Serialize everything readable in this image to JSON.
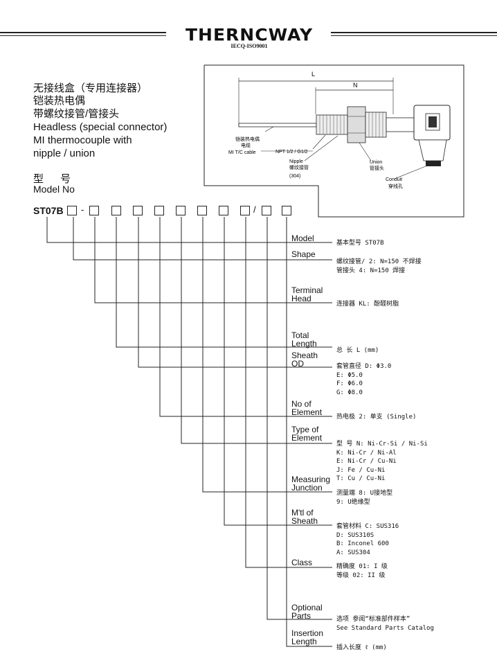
{
  "header": {
    "brand": "THERNCWAY",
    "cert": "IECQ-ISO9001"
  },
  "title": {
    "line1": "无接线盒（专用连接器）",
    "line2": "铠装热电偶",
    "line3": "带螺纹接管/管接头",
    "line4": "Headless (special connector)",
    "line5": "MI thermocouple with",
    "line6": "nipple / union"
  },
  "model": {
    "label_zh": "型 号",
    "label_en": "Model No",
    "code": "ST07B",
    "dash": "-",
    "slash": "/"
  },
  "diagram": {
    "dim_L": "L",
    "dim_N": "N",
    "cable_zh1": "铠装热电偶",
    "cable_zh2": "电缆",
    "cable_en": "MI T/C cable",
    "npt": "NPT 1/2 / G1/2",
    "nipple_en": "Nipple",
    "nipple_zh": "螺纹接管",
    "nipple_mat": "(304)",
    "union_en": "Union",
    "union_zh": "管接头",
    "conduit_en": "Conduit",
    "conduit_zh": "穿线孔"
  },
  "rows": [
    {
      "label": [
        "Model"
      ],
      "desc": [
        "基本型号  ST07B"
      ]
    },
    {
      "label": [
        "Shape"
      ],
      "desc": [
        "螺纹接管/ 2: N=150 不焊接",
        "管接头   4: N=150 焊接"
      ]
    },
    {
      "label": [
        "Terminal",
        "Head"
      ],
      "desc": [
        "连接器    KL: 酚醛树脂"
      ]
    },
    {
      "label": [
        "Total",
        "Length"
      ],
      "desc": [
        "总  长    L  (mm)"
      ]
    },
    {
      "label": [
        "Sheath",
        "OD"
      ],
      "desc": [
        "套管直径  D: Φ3.0",
        "          E: Φ5.0",
        "          F: Φ6.0",
        "          G: Φ8.0"
      ]
    },
    {
      "label": [
        "No of",
        "Element"
      ],
      "desc": [
        "热电极    2: 单支 (Single)"
      ]
    },
    {
      "label": [
        "Type of",
        "Element"
      ],
      "desc": [
        "型  号    N: Ni-Cr-Si / Ni-Si",
        "          K: Ni-Cr / Ni-Al",
        "          E: Ni-Cr / Cu-Ni",
        "          J: Fe / Cu-Ni",
        "          T: Cu / Cu-Ni"
      ]
    },
    {
      "label": [
        "Measuring",
        "Junction"
      ],
      "desc": [
        "测量端    8: U接地型",
        "          9: U绝缘型"
      ]
    },
    {
      "label": [
        "M'tl of",
        "Sheath"
      ],
      "desc": [
        "套管材料  C: SUS316",
        "          D: SUS310S",
        "          B: Inconel 600",
        "          A: SUS304"
      ]
    },
    {
      "label": [
        "Class"
      ],
      "desc": [
        "精确度    01: I 级",
        "等级      02: II 级"
      ]
    },
    {
      "label": [
        "Optional",
        "Parts"
      ],
      "desc": [
        "选项   参阅“标准部件样本”",
        "       See Standard Parts Catalog"
      ]
    },
    {
      "label": [
        "Insertion",
        "Length"
      ],
      "desc": [
        "插入长度   ℓ   (mm)"
      ]
    }
  ]
}
